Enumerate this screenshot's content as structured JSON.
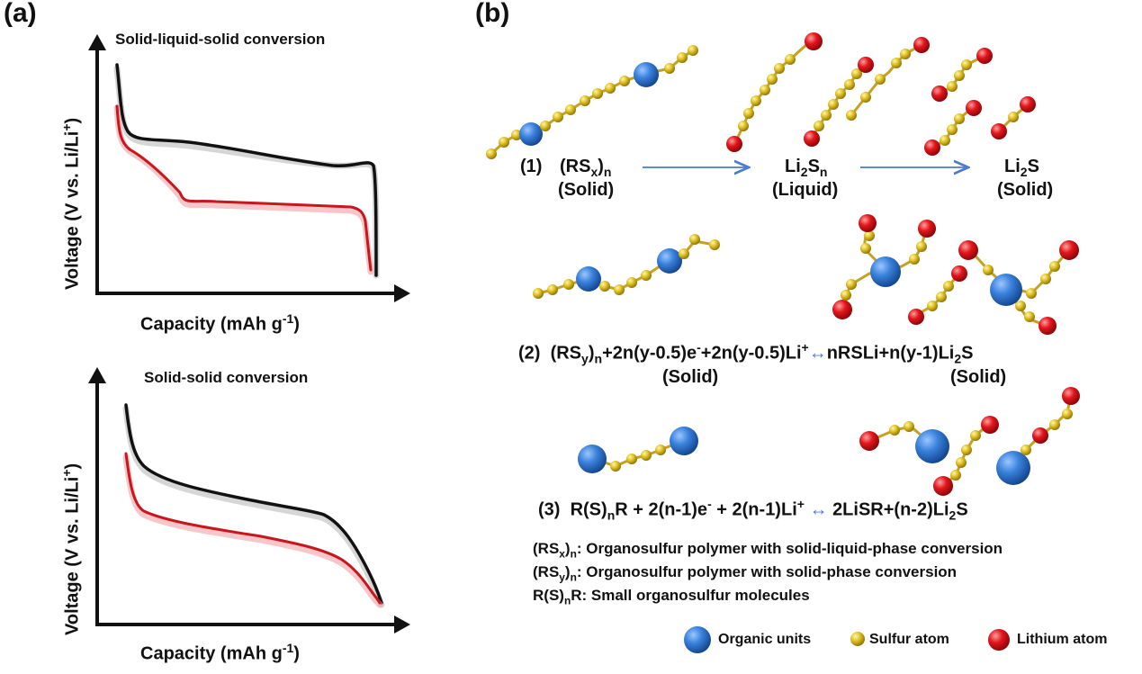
{
  "panel_a": {
    "label": "(a)",
    "top_chart": {
      "title": "Solid-liquid-solid conversion",
      "ylabel_main": "Voltage (V vs. Li/Li",
      "ylabel_sup": "+",
      "ylabel_end": ")",
      "xlabel_main": "Capacity (mAh g",
      "xlabel_sup": "-1",
      "xlabel_end": ")"
    },
    "bottom_chart": {
      "title": "Solid-solid conversion",
      "ylabel_main": "Voltage (V vs. Li/Li",
      "ylabel_sup": "+",
      "ylabel_end": ")",
      "xlabel_main": "Capacity (mAh g",
      "xlabel_sup": "-1",
      "xlabel_end": ")"
    }
  },
  "panel_b": {
    "label": "(b)",
    "reaction1": {
      "number": "(1)",
      "r1": "(RS",
      "r1_sub": "x",
      "r1_end": ")",
      "r1_sub2": "n",
      "state1": "(Solid)",
      "mid_a": "Li",
      "mid_sub1": "2",
      "mid_b": "S",
      "mid_sub2": "n",
      "state2": "(Liquid)",
      "end_a": "Li",
      "end_sub": "2",
      "end_b": "S",
      "state3": "(Solid)"
    },
    "reaction2": {
      "number": "(2)",
      "p1": "(RS",
      "p1_sub": "y",
      "p1_end": ")",
      "p1_sub2": "n",
      "p2": "+2n(y-0.5)e",
      "p2_sup": "-",
      "p3": "+2n(y-0.5)Li",
      "p3_sup": "+",
      "arrow": "↔",
      "p4": "nRSLi+n(y-1)Li",
      "p4_sub": "2",
      "p4_end": "S",
      "state_left": "(Solid)",
      "state_right": "(Solid)"
    },
    "reaction3": {
      "number": "(3)",
      "p1": "R(S)",
      "p1_sub": "n",
      "p1_end": "R + 2(n-1)e",
      "p1_sup": "-",
      "p2": " + 2(n-1)Li",
      "p2_sup": "+",
      "arrow": "↔",
      "p3": "2LiSR+(n-2)Li",
      "p3_sub": "2",
      "p3_end": "S"
    },
    "definitions": [
      {
        "a": "(RS",
        "sub": "x",
        "b": ")",
        "sub2": "n",
        "rest": ": Organosulfur polymer with solid-liquid-phase conversion"
      },
      {
        "a": "(RS",
        "sub": "y",
        "b": ")",
        "sub2": "n",
        "rest": ": Organosulfur polymer with solid-phase conversion"
      },
      {
        "a": "R(S)",
        "sub": "n",
        "b": "R",
        "sub2": "",
        "rest": ": Small organosulfur molecules"
      }
    ],
    "legend": [
      {
        "label": "Organic units",
        "color": "#2a6fc9",
        "icon": "organic-unit-icon"
      },
      {
        "label": "Sulfur atom",
        "color": "#e0c021",
        "icon": "sulfur-atom-icon"
      },
      {
        "label": "Lithium atom",
        "color": "#e0161b",
        "icon": "lithium-atom-icon"
      }
    ]
  },
  "colors": {
    "black_curve": "#111111",
    "red_curve": "#c8161c",
    "organic": "#2a6fc9",
    "sulfur": "#e0c021",
    "lithium": "#e0161b",
    "arrow": "#4a7bd0"
  }
}
